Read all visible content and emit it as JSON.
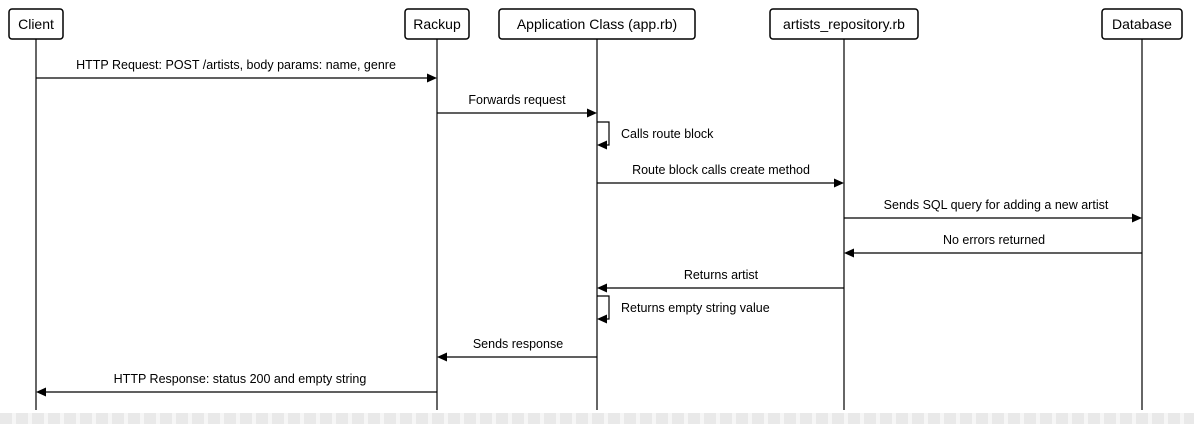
{
  "actors": [
    {
      "id": "client",
      "label": "Client"
    },
    {
      "id": "rackup",
      "label": "Rackup"
    },
    {
      "id": "app",
      "label": "Application Class (app.rb)"
    },
    {
      "id": "repo",
      "label": "artists_repository.rb"
    },
    {
      "id": "db",
      "label": "Database"
    }
  ],
  "messages": [
    {
      "from": "client",
      "to": "rackup",
      "label": "HTTP Request: POST /artists, body params: name, genre"
    },
    {
      "from": "rackup",
      "to": "app",
      "label": "Forwards request"
    },
    {
      "from": "app",
      "to": "app",
      "label": "Calls route block"
    },
    {
      "from": "app",
      "to": "repo",
      "label": "Route block calls create method"
    },
    {
      "from": "repo",
      "to": "db",
      "label": "Sends SQL query for adding a new artist"
    },
    {
      "from": "db",
      "to": "repo",
      "label": "No errors returned"
    },
    {
      "from": "repo",
      "to": "app",
      "label": "Returns artist"
    },
    {
      "from": "app",
      "to": "app",
      "label": "Returns empty string value"
    },
    {
      "from": "app",
      "to": "rackup",
      "label": "Sends response"
    },
    {
      "from": "rackup",
      "to": "client",
      "label": "HTTP Response: status 200 and empty string"
    }
  ]
}
